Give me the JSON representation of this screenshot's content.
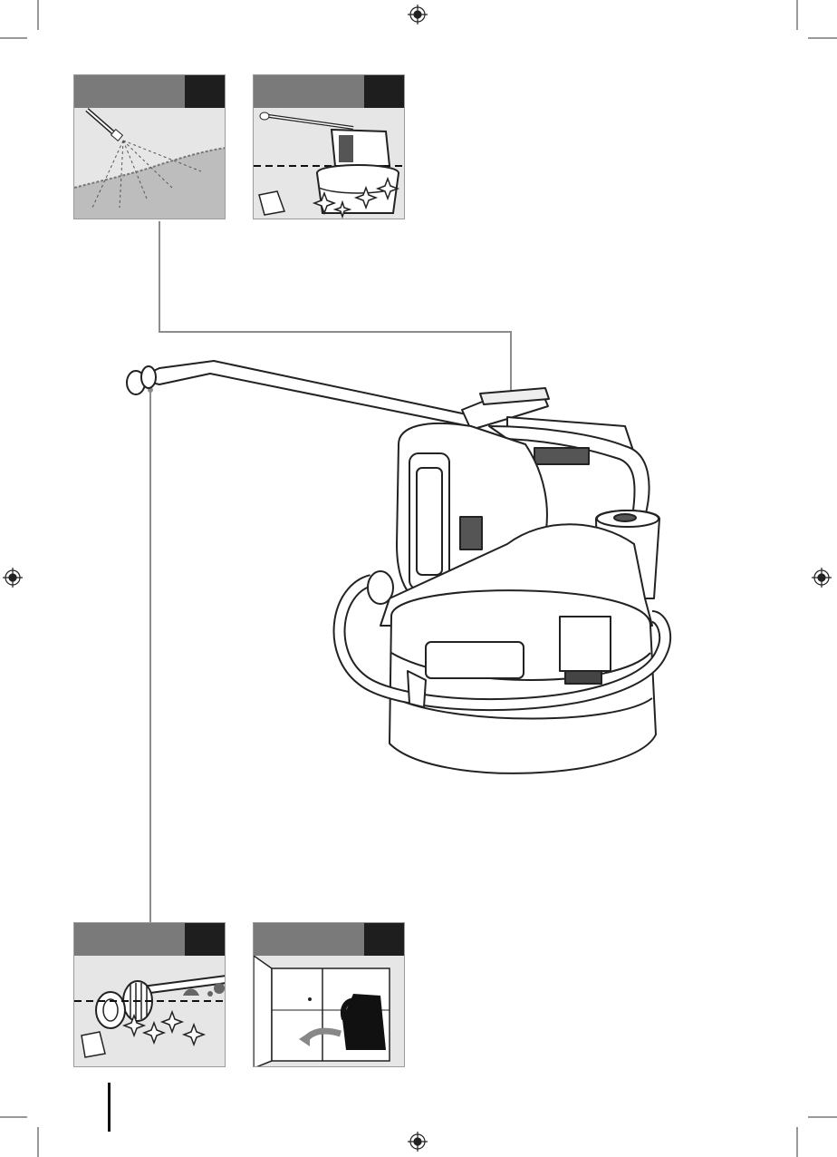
{
  "page": {
    "description_text": ""
  },
  "panels": [
    {
      "id": "spray",
      "icon": "spray-wand-icon"
    },
    {
      "id": "clean-unit",
      "icon": "clean-unit-icon"
    },
    {
      "id": "clean-nozzle",
      "icon": "clean-nozzle-icon"
    },
    {
      "id": "storage",
      "icon": "storage-cabinet-icon"
    }
  ],
  "colors": {
    "header_gray": "#7a7a7a",
    "badge_black": "#1e1e1e",
    "panel_bg": "#e6e6e6",
    "line_gray": "#8c8c8c"
  }
}
